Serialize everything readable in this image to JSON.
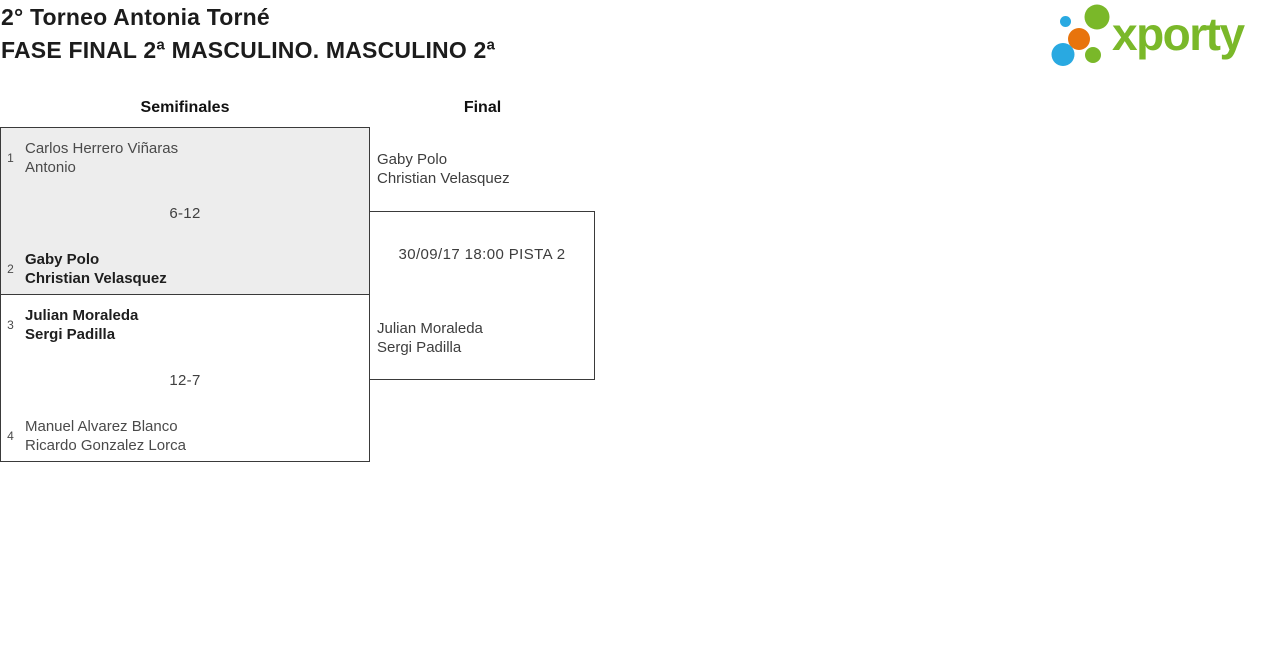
{
  "header": {
    "title_line1": "2° Torneo Antonia Torné",
    "title_line2": "FASE FINAL 2ª MASCULINO. MASCULINO 2ª"
  },
  "logo": {
    "wordmark": "xporty",
    "colors": {
      "green": "#7ab829",
      "blue": "#29a9e1",
      "orange": "#e8740c"
    }
  },
  "bracket": {
    "rounds": [
      {
        "label": "Semifinales"
      },
      {
        "label": "Final"
      }
    ],
    "semifinals": [
      {
        "team1": {
          "seed": "1",
          "players": [
            "Carlos Herrero Viñaras",
            "Antonio"
          ],
          "winner": false
        },
        "score": "6-12",
        "team2": {
          "seed": "2",
          "players": [
            "Gaby Polo",
            "Christian Velasquez"
          ],
          "winner": true
        }
      },
      {
        "team1": {
          "seed": "3",
          "players": [
            "Julian Moraleda",
            "Sergi Padilla"
          ],
          "winner": true
        },
        "score": "12-7",
        "team2": {
          "seed": "4",
          "players": [
            "Manuel Alvarez Blanco",
            "Ricardo Gonzalez Lorca"
          ],
          "winner": false
        }
      }
    ],
    "final": {
      "team1": {
        "players": [
          "Gaby Polo",
          "Christian Velasquez"
        ]
      },
      "match_info": "30/09/17 18:00 PISTA 2",
      "team2": {
        "players": [
          "Julian Moraleda",
          "Sergi Padilla"
        ]
      }
    }
  }
}
